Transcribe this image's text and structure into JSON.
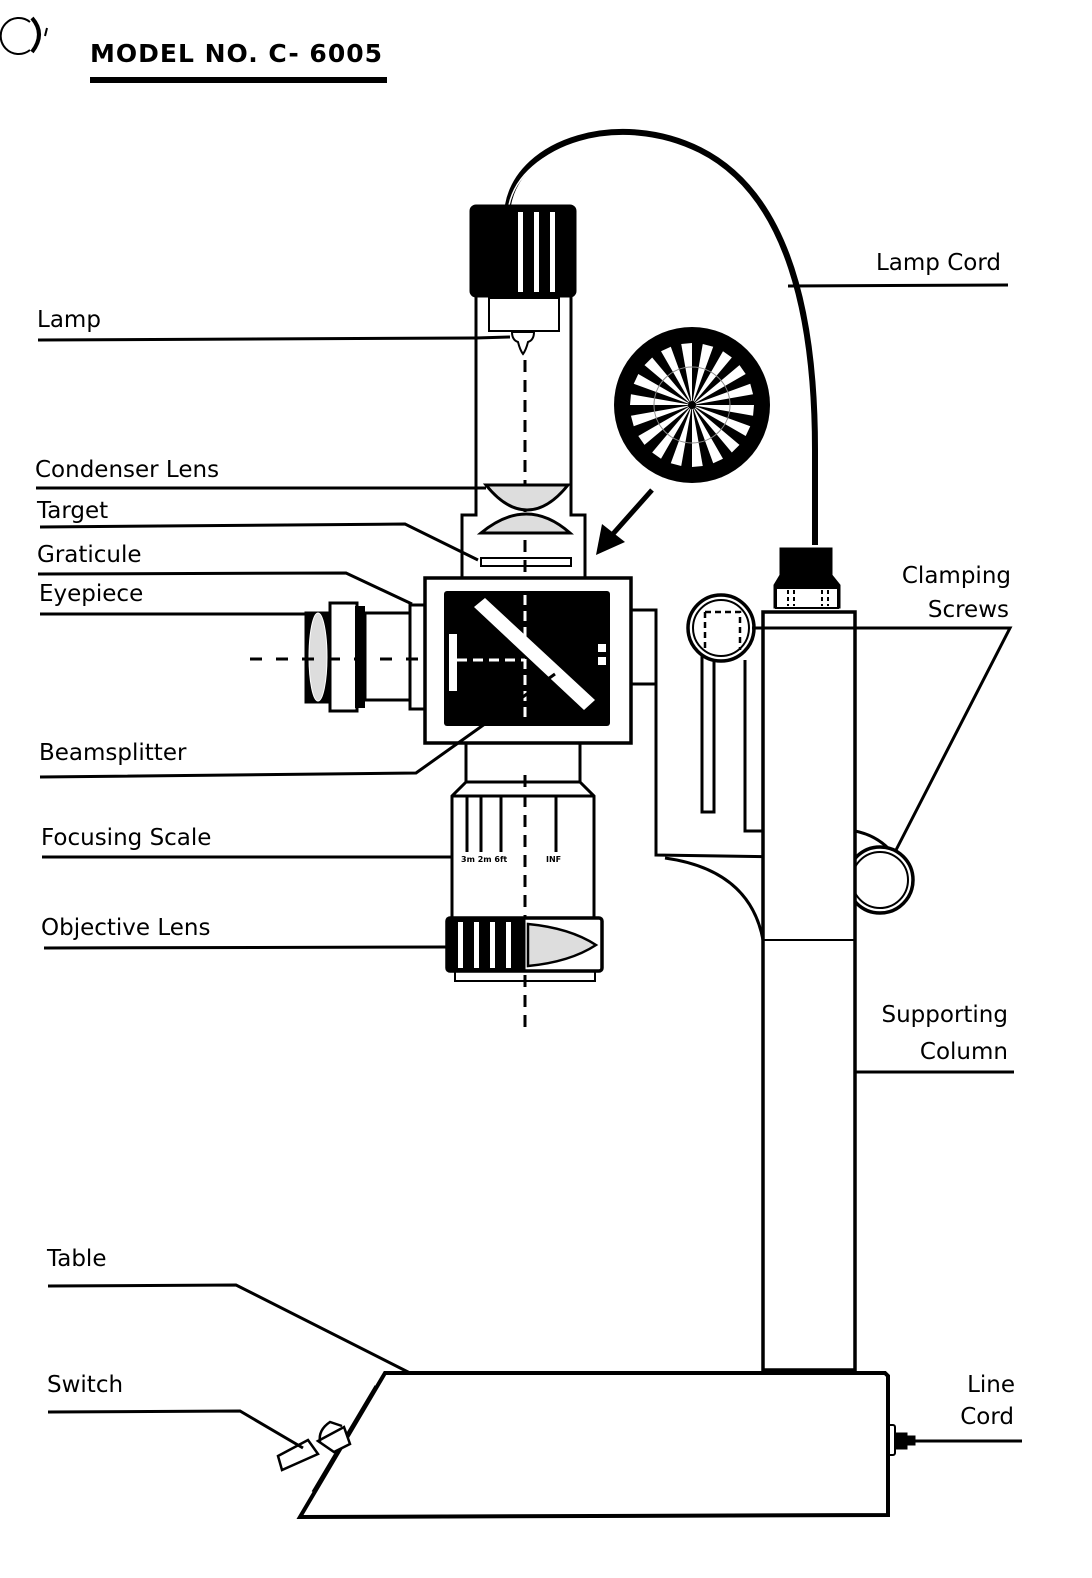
{
  "document": {
    "title": "MODEL NO. C- 6005",
    "colors": {
      "ink": "#000000",
      "paper": "#ffffff"
    }
  },
  "labels": {
    "lamp": "Lamp",
    "condenser_lens": "Condenser Lens",
    "target": "Target",
    "graticule": "Graticule",
    "eyepiece": "Eyepiece",
    "beamsplitter": "Beamsplitter",
    "focusing_scale": "Focusing Scale",
    "objective_lens": "Objective Lens",
    "table": "Table",
    "switch": "Switch",
    "lamp_cord": "Lamp Cord",
    "clamping_screws_line1": "Clamping",
    "clamping_screws_line2": "Screws",
    "supporting_column_line1": "Supporting",
    "supporting_column_line2": "Column",
    "line_cord_line1": "Line",
    "line_cord_line2": "Cord"
  },
  "focusing_scale_marks": {
    "left": "3m 2m 6ft",
    "right": "INF"
  }
}
